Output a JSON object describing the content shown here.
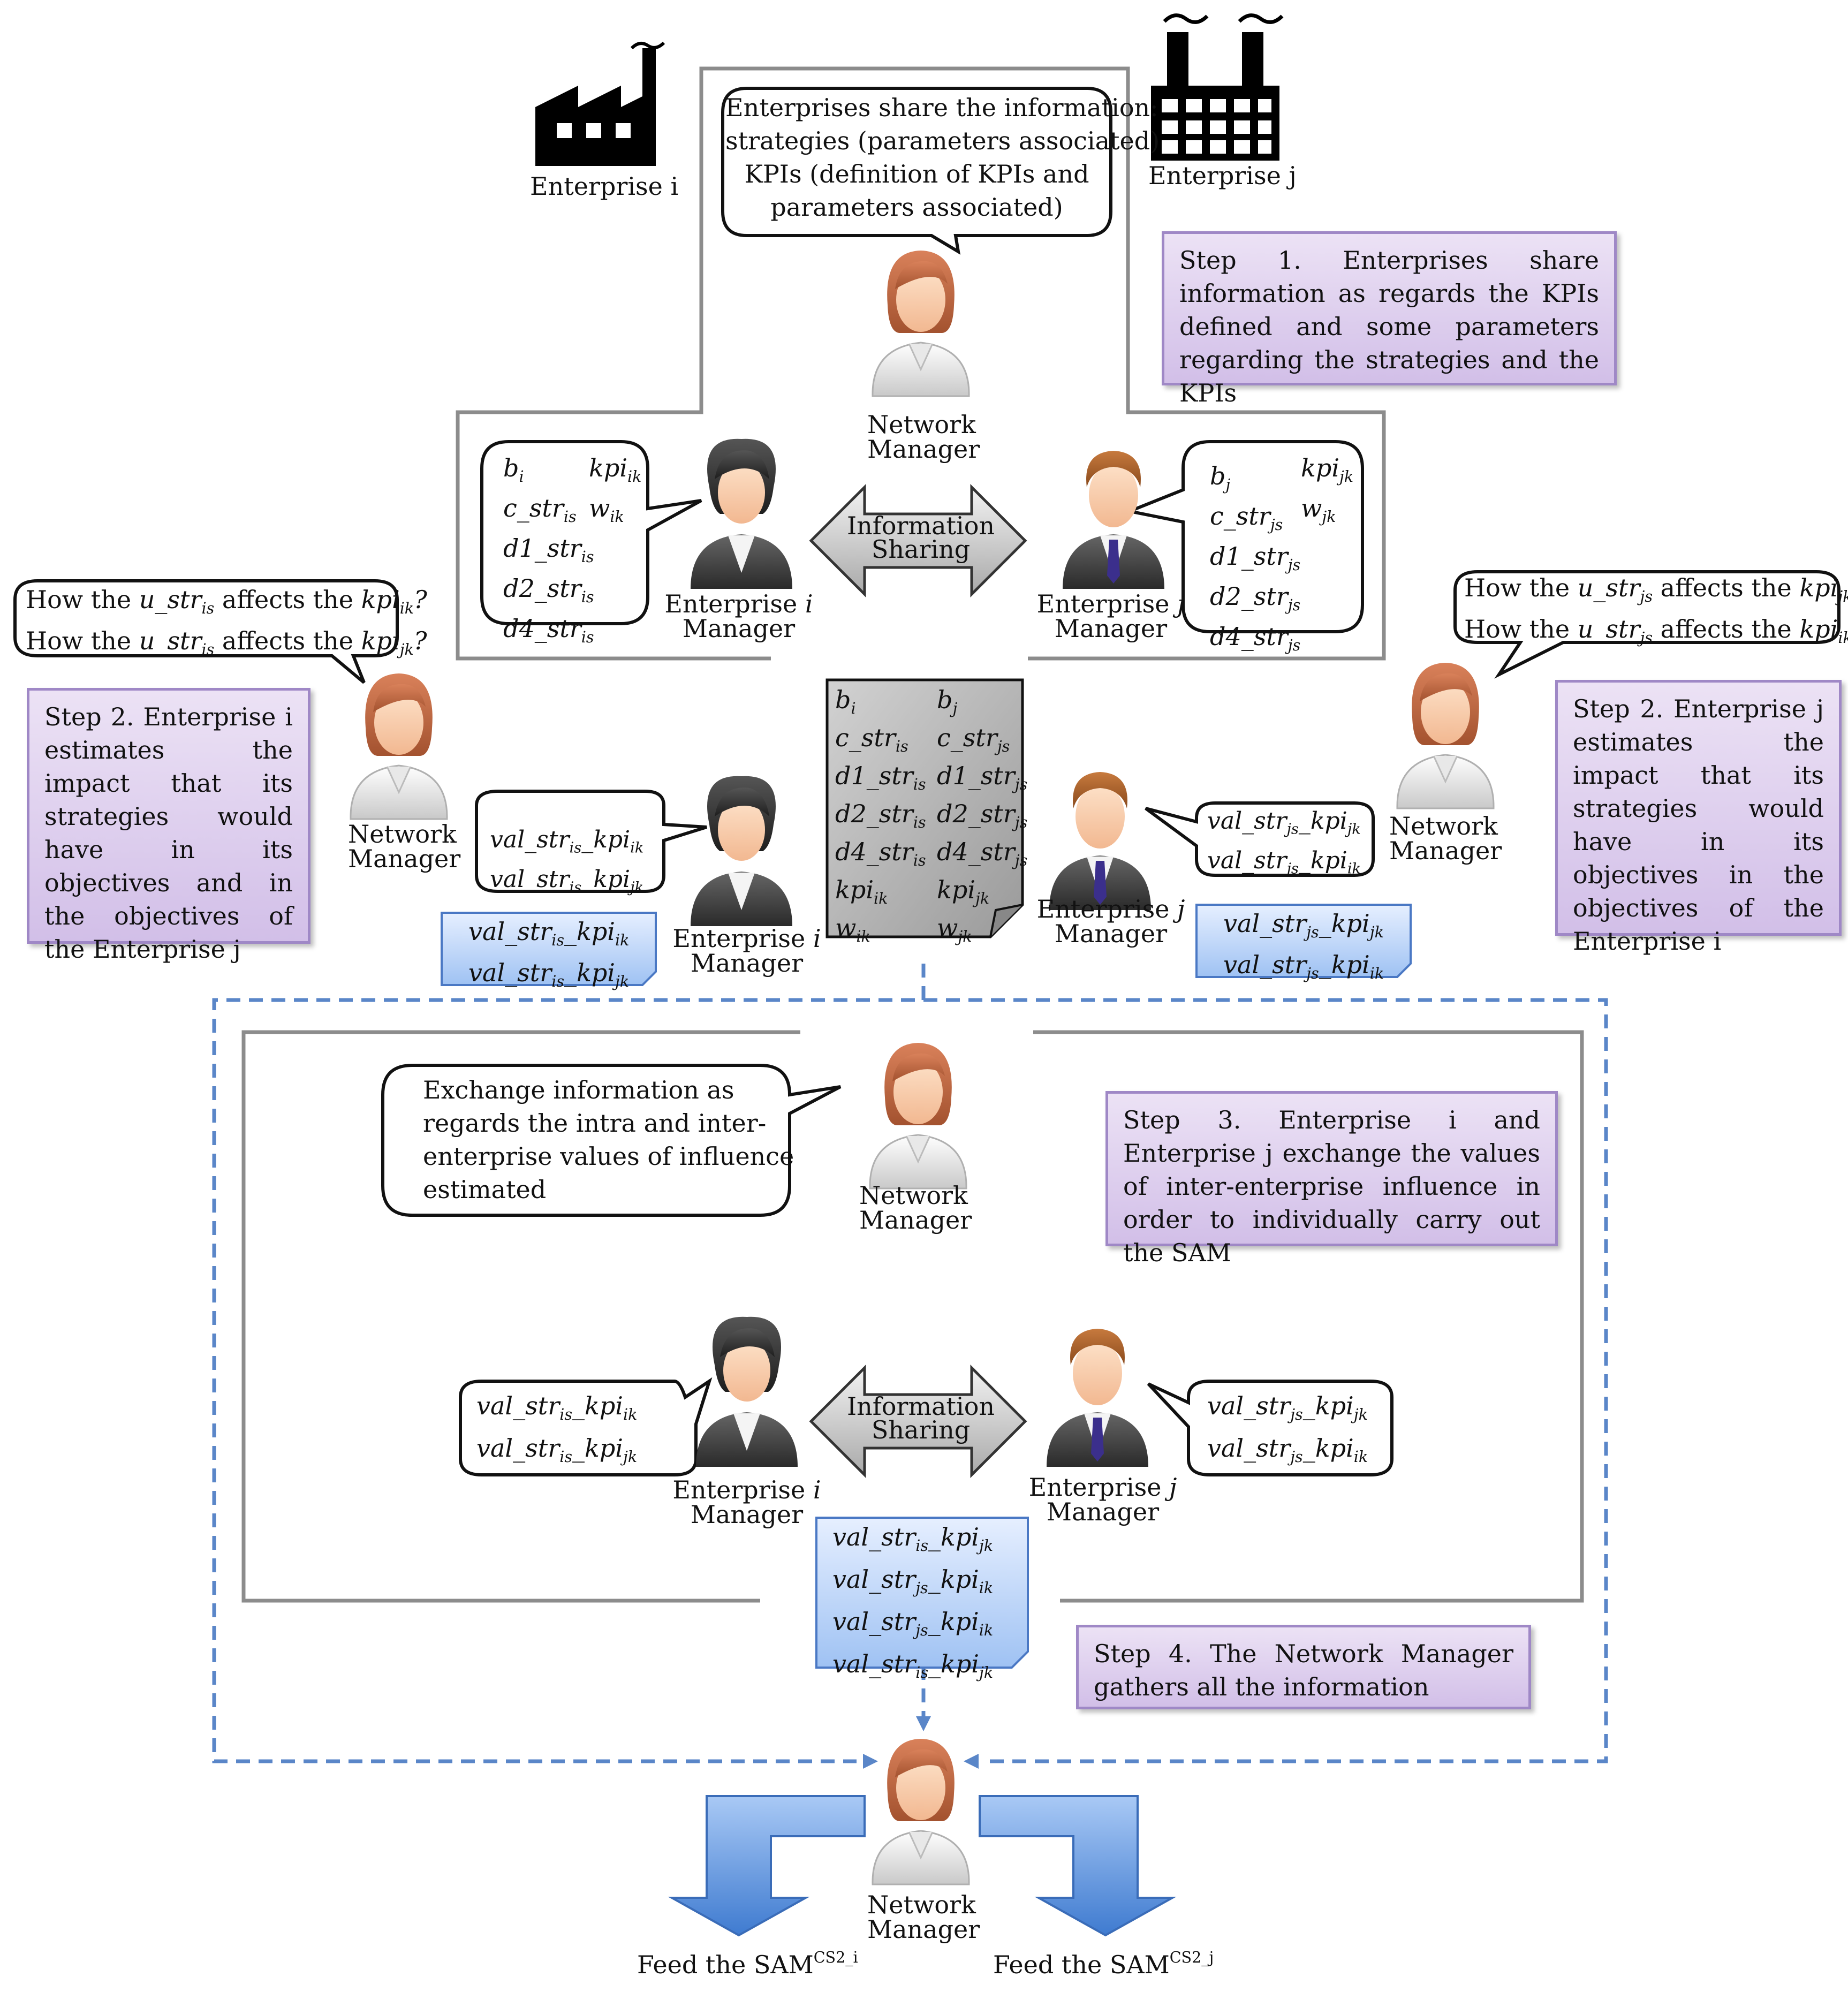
{
  "enterprises": {
    "left": "Enterprise i",
    "right": "Enterprise j"
  },
  "roles": {
    "network_manager_line1": "Network",
    "network_manager_line2": "Manager",
    "ent_i_manager_line1": "Enterprise",
    "ent_i_manager_var": "i",
    "ent_j_manager_var": "j",
    "manager_word": "Manager"
  },
  "top_bubble": [
    "Enterprises share the information:",
    "strategies (parameters associated)",
    "KPIs (definition of KPIs and",
    "parameters associated)"
  ],
  "info_sharing": [
    "Information",
    "Sharing"
  ],
  "steps": {
    "step1": "Step 1. Enterprises share information as regards the KPIs defined and some parameters regarding the strategies and the KPIs",
    "step2_left": "Step 2. Enterprise i estimates the impact that its strategies would have in its objectives and in the objectives of the Enterprise j",
    "step2_right": "Step 2. Enterprise j estimates the impact that its strategies would have in its objectives in the objectives of the Enterprise i",
    "step3": "Step 3. Enterprise i and Enterprise j exchange the values of inter-enterprise influence in order to individually carry out the SAM",
    "step4": "Step 4. The Network Manager gathers all the information"
  },
  "question_text": {
    "how_the": "How the",
    "affects_the": "affects the"
  },
  "exchange_bubble": [
    "Exchange information as",
    "regards the intra and inter-",
    "enterprise values of influence",
    "estimated"
  ],
  "outputs": {
    "feed": "Feed the SAM",
    "sup_i": "CS2_i",
    "sup_j": "CS2_j"
  },
  "colors": {
    "step_fill": "#dccdef",
    "step_border": "#9f88c6",
    "note_blue": "#cfe0fb",
    "dashed": "#5a86c8",
    "arrow_blue": "#4f8ad6"
  },
  "icons": [
    "factory-icon",
    "person-female-icon",
    "person-male-icon",
    "person-female-suit-icon",
    "document-icon",
    "double-arrow-icon"
  ]
}
